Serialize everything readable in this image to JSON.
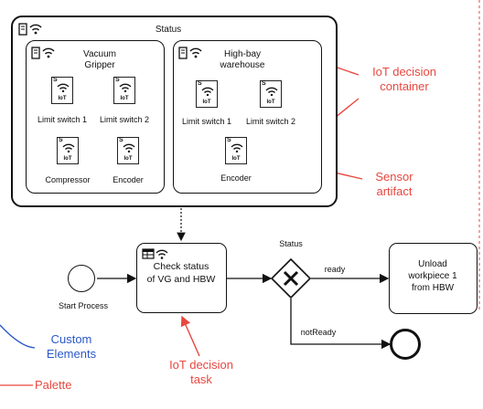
{
  "status_container": {
    "title": "Status"
  },
  "vacuum_gripper": {
    "title_line1": "Vacuum",
    "title_line2": "Gripper",
    "sensors": [
      "Limit switch 1",
      "Limit switch 2",
      "Compressor",
      "Encoder"
    ]
  },
  "hbw": {
    "title_line1": "High-bay",
    "title_line2": "warehouse",
    "sensors": [
      "Limit switch 1",
      "Limit switch 2",
      "Encoder"
    ]
  },
  "sensor_badge": {
    "s": "S",
    "iot": "IoT"
  },
  "annotations": {
    "iot_decision_container_1": "IoT decision",
    "iot_decision_container_2": "container",
    "sensor_artifact_1": "Sensor",
    "sensor_artifact_2": "artifact",
    "iot_decision_task_1": "IoT decision",
    "iot_decision_task_2": "task",
    "custom_elements_1": "Custom",
    "custom_elements_2": "Elements",
    "palette": "Palette"
  },
  "process": {
    "start_label": "Start Process",
    "task_line1": "Check status",
    "task_line2": "of VG and HBW",
    "gateway_label": "Status",
    "flow_ready": "ready",
    "flow_not_ready": "notReady",
    "unload_line1": "Unload",
    "unload_line2": "workpiece 1",
    "unload_line3": "from HBW"
  },
  "colors": {
    "annotation": "#e8473f",
    "custom_elements": "#2a57c9",
    "stroke": "#111111"
  }
}
